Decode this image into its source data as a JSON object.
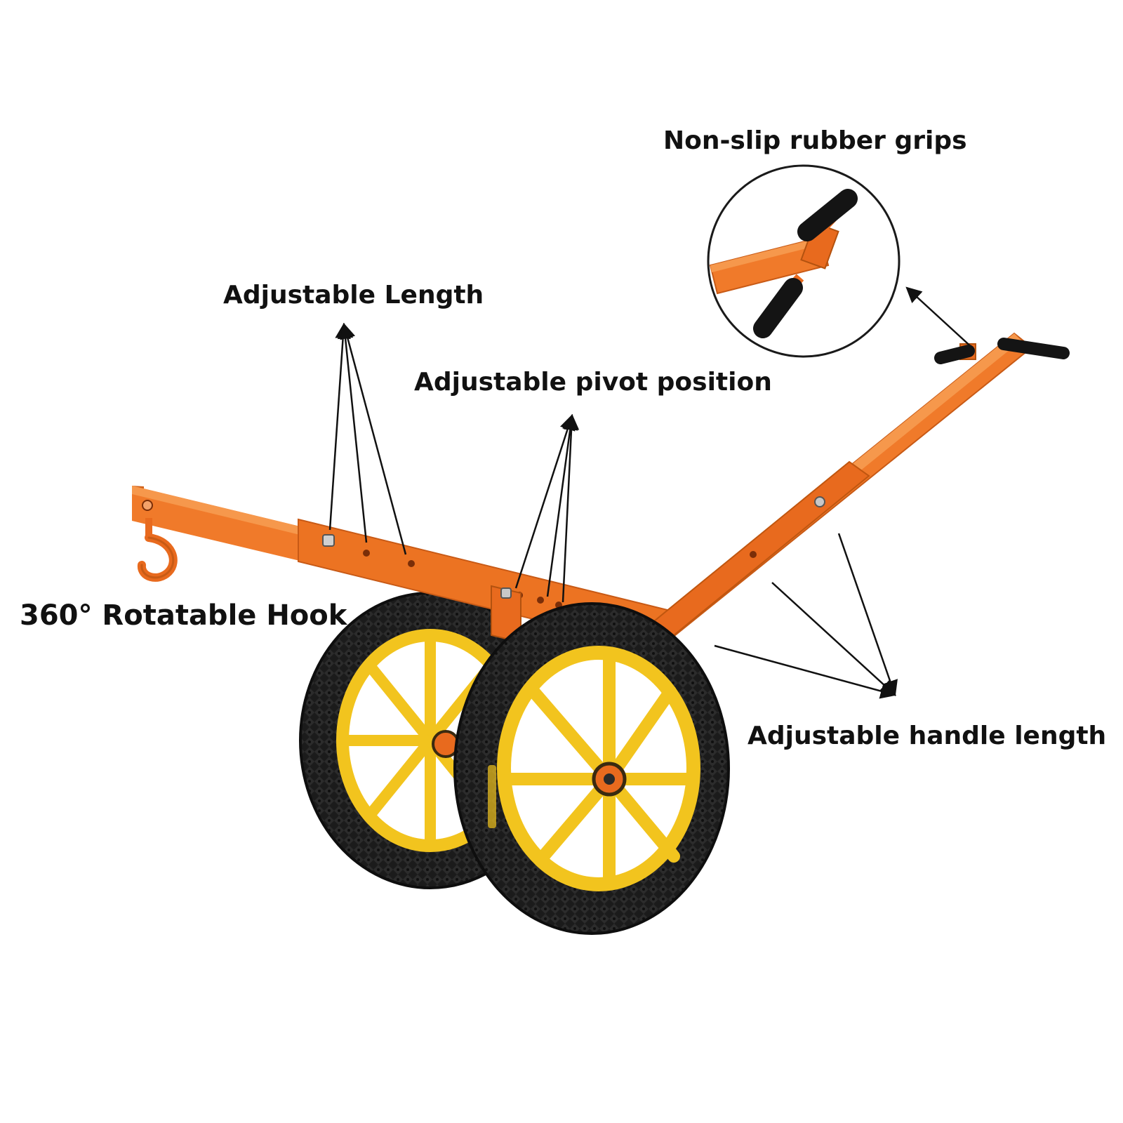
{
  "labels": {
    "grips": "Non-slip rubber grips",
    "length": "Adjustable Length",
    "pivot": "Adjustable pivot position",
    "hook": "360° Rotatable Hook",
    "handle": "Adjustable handle length"
  },
  "colors": {
    "frame": "#f07a2a",
    "frame_shadow": "#c85a16",
    "rim": "#f2c41e",
    "rim_shadow": "#d9a40e",
    "tire": "#1a1a1a",
    "grip": "#141414",
    "text": "#111111"
  },
  "icons": {
    "hook": "hook-icon",
    "wheel": "wheel-icon",
    "grip": "grip-icon"
  }
}
